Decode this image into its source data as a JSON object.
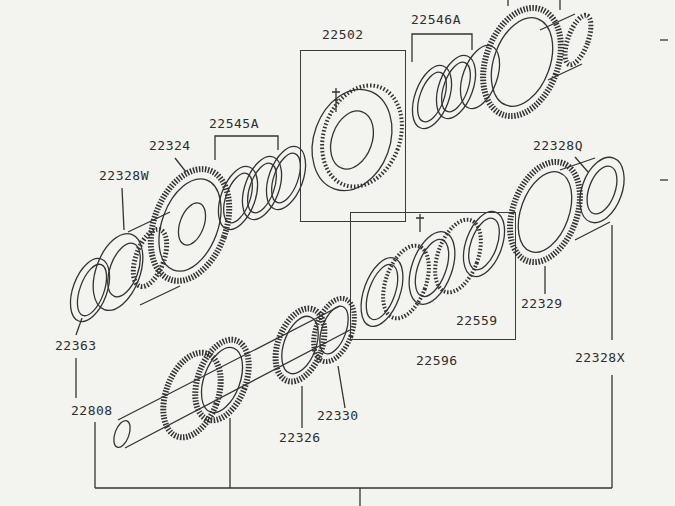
{
  "diagram": {
    "nodes": [
      {
        "text": [
          "22502"
        ]
      },
      {
        "text": [
          "22559",
          "22596"
        ]
      }
    ],
    "labels": [
      "22546A",
      "22545A",
      "22324",
      "22328W",
      "22328Q",
      "22329",
      "22328X",
      "22363",
      "22808",
      "22330",
      "22326"
    ]
  }
}
